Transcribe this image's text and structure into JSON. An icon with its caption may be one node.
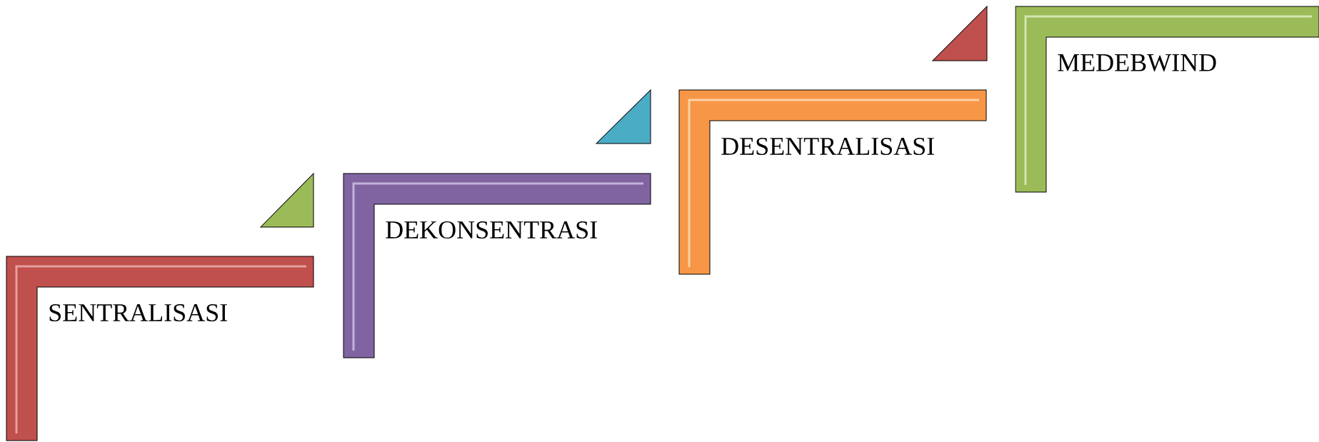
{
  "diagram": {
    "nodes": [
      {
        "text": [
          "SENTRALISASI"
        ]
      },
      {
        "text": [],
        "shape": "triangle"
      },
      {
        "text": [
          "DEKONSENTRASI"
        ]
      },
      {
        "text": [],
        "shape": "triangle"
      },
      {
        "text": [
          "DESENTRALISASI"
        ]
      },
      {
        "text": [],
        "shape": "triangle"
      },
      {
        "text": [
          "MEDEBWIND"
        ]
      }
    ]
  }
}
